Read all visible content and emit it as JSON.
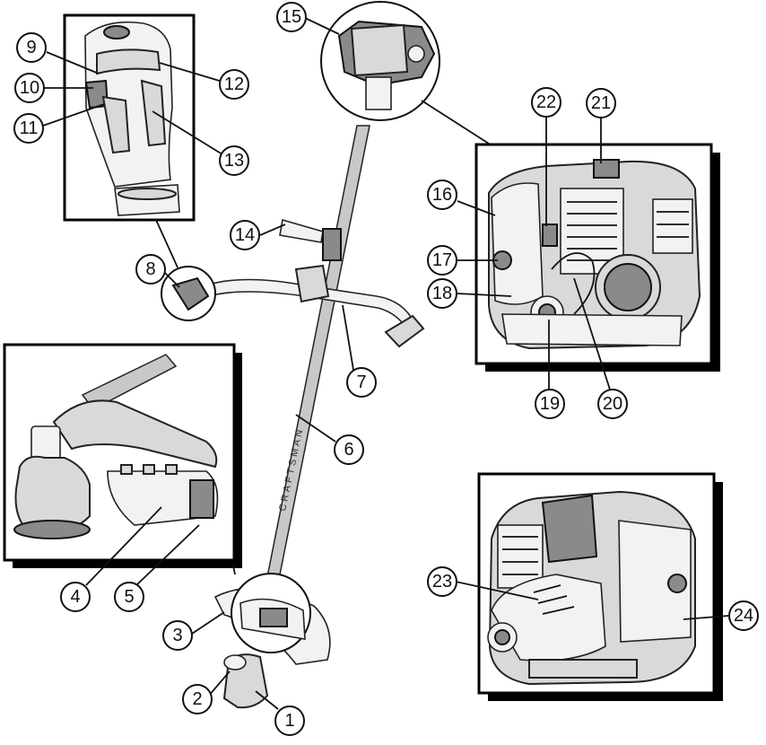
{
  "diagram": {
    "callouts": [
      "1",
      "2",
      "3",
      "4",
      "5",
      "6",
      "7",
      "8",
      "9",
      "10",
      "11",
      "12",
      "13",
      "14",
      "15",
      "16",
      "17",
      "18",
      "19",
      "20",
      "21",
      "22",
      "23",
      "24"
    ],
    "shaft_marking": "CRAFTSMAN"
  }
}
